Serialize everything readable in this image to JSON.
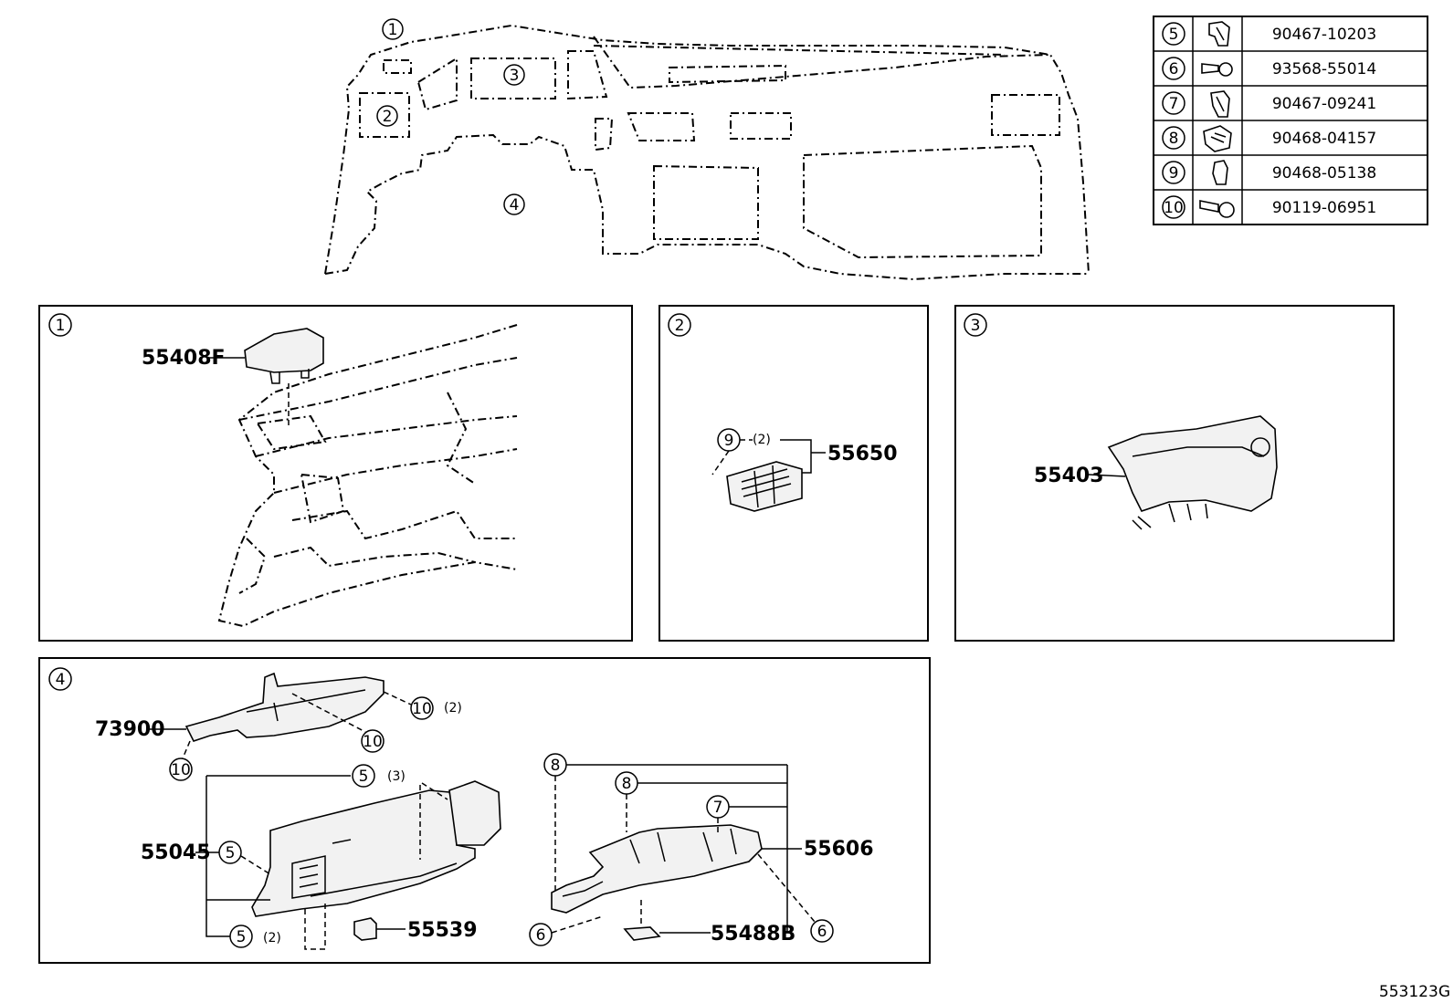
{
  "overview": {
    "zones": [
      "1",
      "2",
      "3",
      "4"
    ]
  },
  "fastener_table": {
    "rows": [
      {
        "ref": "5",
        "part_no": "90467-10203",
        "icon": "clip-icon"
      },
      {
        "ref": "6",
        "part_no": "93568-55014",
        "icon": "screw-icon"
      },
      {
        "ref": "7",
        "part_no": "90467-09241",
        "icon": "clip-icon"
      },
      {
        "ref": "8",
        "part_no": "90468-04157",
        "icon": "clamp-icon"
      },
      {
        "ref": "9",
        "part_no": "90468-05138",
        "icon": "clip-icon"
      },
      {
        "ref": "10",
        "part_no": "90119-06951",
        "icon": "bolt-icon"
      }
    ]
  },
  "panels": {
    "p1": {
      "ref": "1",
      "parts": {
        "a": "55408F"
      }
    },
    "p2": {
      "ref": "2",
      "parts": {
        "a": "55650"
      },
      "callout": {
        "ref": "9",
        "qty": "(2)"
      }
    },
    "p3": {
      "ref": "3",
      "parts": {
        "a": "55403"
      }
    },
    "p4": {
      "ref": "4",
      "parts": {
        "a": "73900",
        "b": "55045",
        "c": "55539",
        "d": "55606",
        "e": "55488B"
      },
      "callouts": {
        "c10a": {
          "ref": "10",
          "qty": "(2)"
        },
        "c10b": {
          "ref": "10"
        },
        "c10c": {
          "ref": "10"
        },
        "c5a": {
          "ref": "5",
          "qty": "(3)"
        },
        "c5b": {
          "ref": "5"
        },
        "c5c": {
          "ref": "5",
          "qty": "(2)"
        },
        "c8a": {
          "ref": "8"
        },
        "c8b": {
          "ref": "8"
        },
        "c7": {
          "ref": "7"
        },
        "c6a": {
          "ref": "6"
        },
        "c6b": {
          "ref": "6"
        }
      }
    }
  },
  "diagram_id": "553123G"
}
